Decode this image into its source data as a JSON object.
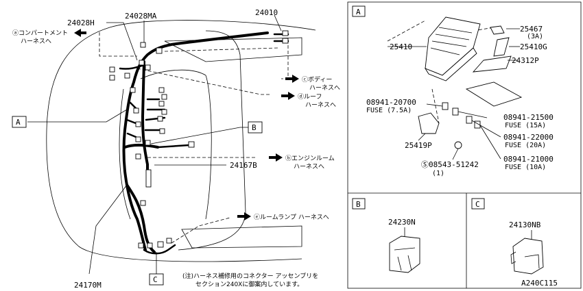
{
  "main_labels": {
    "p24028H": "24028H",
    "p24028MA": "24028MA",
    "p24010": "24010",
    "p24167B": "24167B",
    "p24170M": "24170M"
  },
  "harness_refs": {
    "compartment_a": "ⓐコンパートメント",
    "compartment_a2": "ハーネスへ",
    "body_c": "ⓒボディー",
    "body_c2": "ハーネスへ",
    "roof_d": "ⓓルーフ",
    "roof_d2": "ハーネスへ",
    "engine_b": "ⓑエンジンルーム",
    "engine_b2": "ハーネスへ",
    "roomlamp_e": "ⓔルームランプ ハーネスへ"
  },
  "callouts": {
    "A": "A",
    "B": "B",
    "C": "C"
  },
  "note": {
    "line1": "(注)ハーネス補修用のコネクター アッセンブリを",
    "line2": "セクション240Xに御案内しています。"
  },
  "panel_A": {
    "tag": "A",
    "p25467": "25467",
    "p25467_amp": "(3A)",
    "p25410": "25410",
    "p25410G": "25410G",
    "p24312P": "24312P",
    "f1_part": "08941-20700",
    "f1_desc": "FUSE (7.5A)",
    "f2_part": "08941-21500",
    "f2_desc": "FUSE (15A)",
    "f3_part": "08941-22000",
    "f3_desc": "FUSE (20A)",
    "f4_part": "08941-21000",
    "f4_desc": "FUSE (10A)",
    "p25419P": "25419P",
    "screw": "Ⓢ08543-51242",
    "screw_qty": "(1)"
  },
  "panel_B": {
    "tag": "B",
    "part": "24230N"
  },
  "panel_C": {
    "tag": "C",
    "part": "24130NB"
  },
  "figure_id": "A240C115"
}
